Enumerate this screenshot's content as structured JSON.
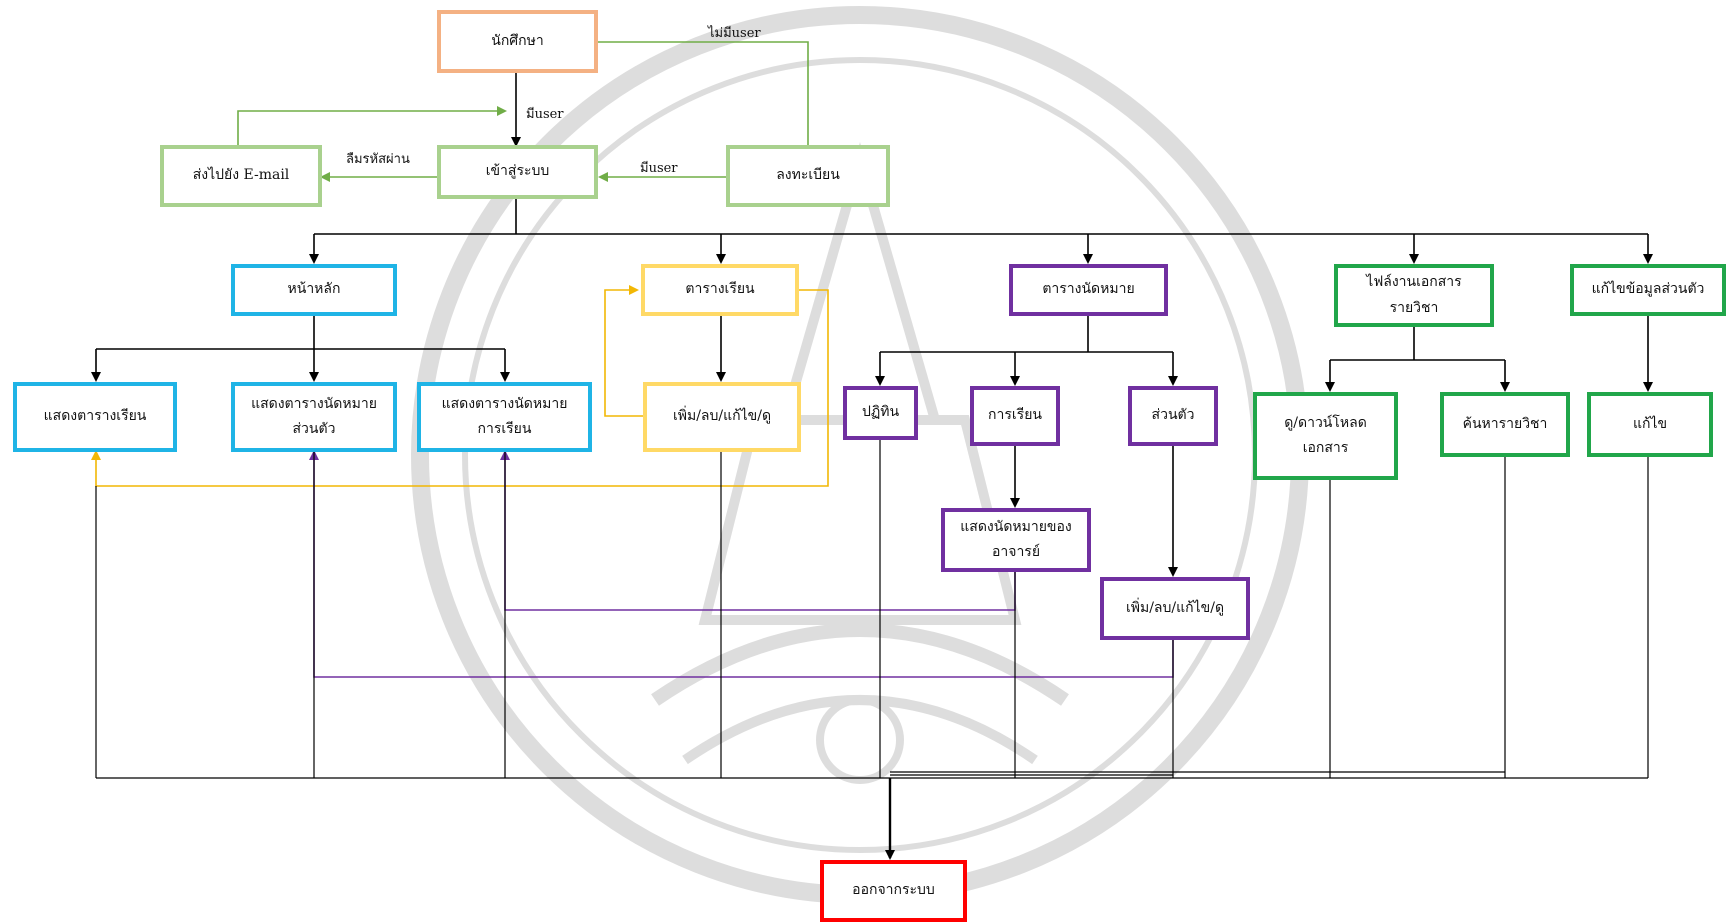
{
  "colors": {
    "orange": "#f4b183",
    "green_light": "#a9d18e",
    "blue": "#1fb4e6",
    "yellow": "#ffd966",
    "purple": "#7030a0",
    "green_dark": "#21a64a",
    "red": "#ff0000",
    "line": "#000000"
  },
  "nodes": {
    "student": "นักศึกษา",
    "login": "เข้าสู่ระบบ",
    "register": "ลงทะเบียน",
    "send_email": "ส่งไปยัง E-mail",
    "home": "หน้าหลัก",
    "show_schedule": "แสดงตารางเรียน",
    "show_personal_appt": "แสดงตารางนัดหมาย\nส่วนตัว",
    "show_class_appt": "แสดงตารางนัดหมาย\nการเรียน",
    "timetable": "ตารางเรียน",
    "timetable_edit": "เพิ่ม/ลบ/แก้ไข/ดู",
    "appointments": "ตารางนัดหมาย",
    "calendar": "ปฏิทิน",
    "study": "การเรียน",
    "personal": "ส่วนตัว",
    "teacher_appt": "แสดงนัดหมายของ\nอาจารย์",
    "appt_edit": "เพิ่ม/ลบ/แก้ไข/ดู",
    "course_files": "ไฟล์งานเอกสาร\nรายวิชา",
    "download": "ดู/ดาวน์โหลด\nเอกสาร",
    "search_course": "ค้นหารายวิชา",
    "edit_profile": "แก้ไขข้อมูลส่วนตัว",
    "edit": "แก้ไข",
    "logout": "ออกจากระบบ"
  },
  "edge_labels": {
    "no_user": "ไม่มีuser",
    "has_user_1": "มีuser",
    "has_user_2": "มีuser",
    "forgot_password": "ลืมรหัสผ่าน"
  }
}
